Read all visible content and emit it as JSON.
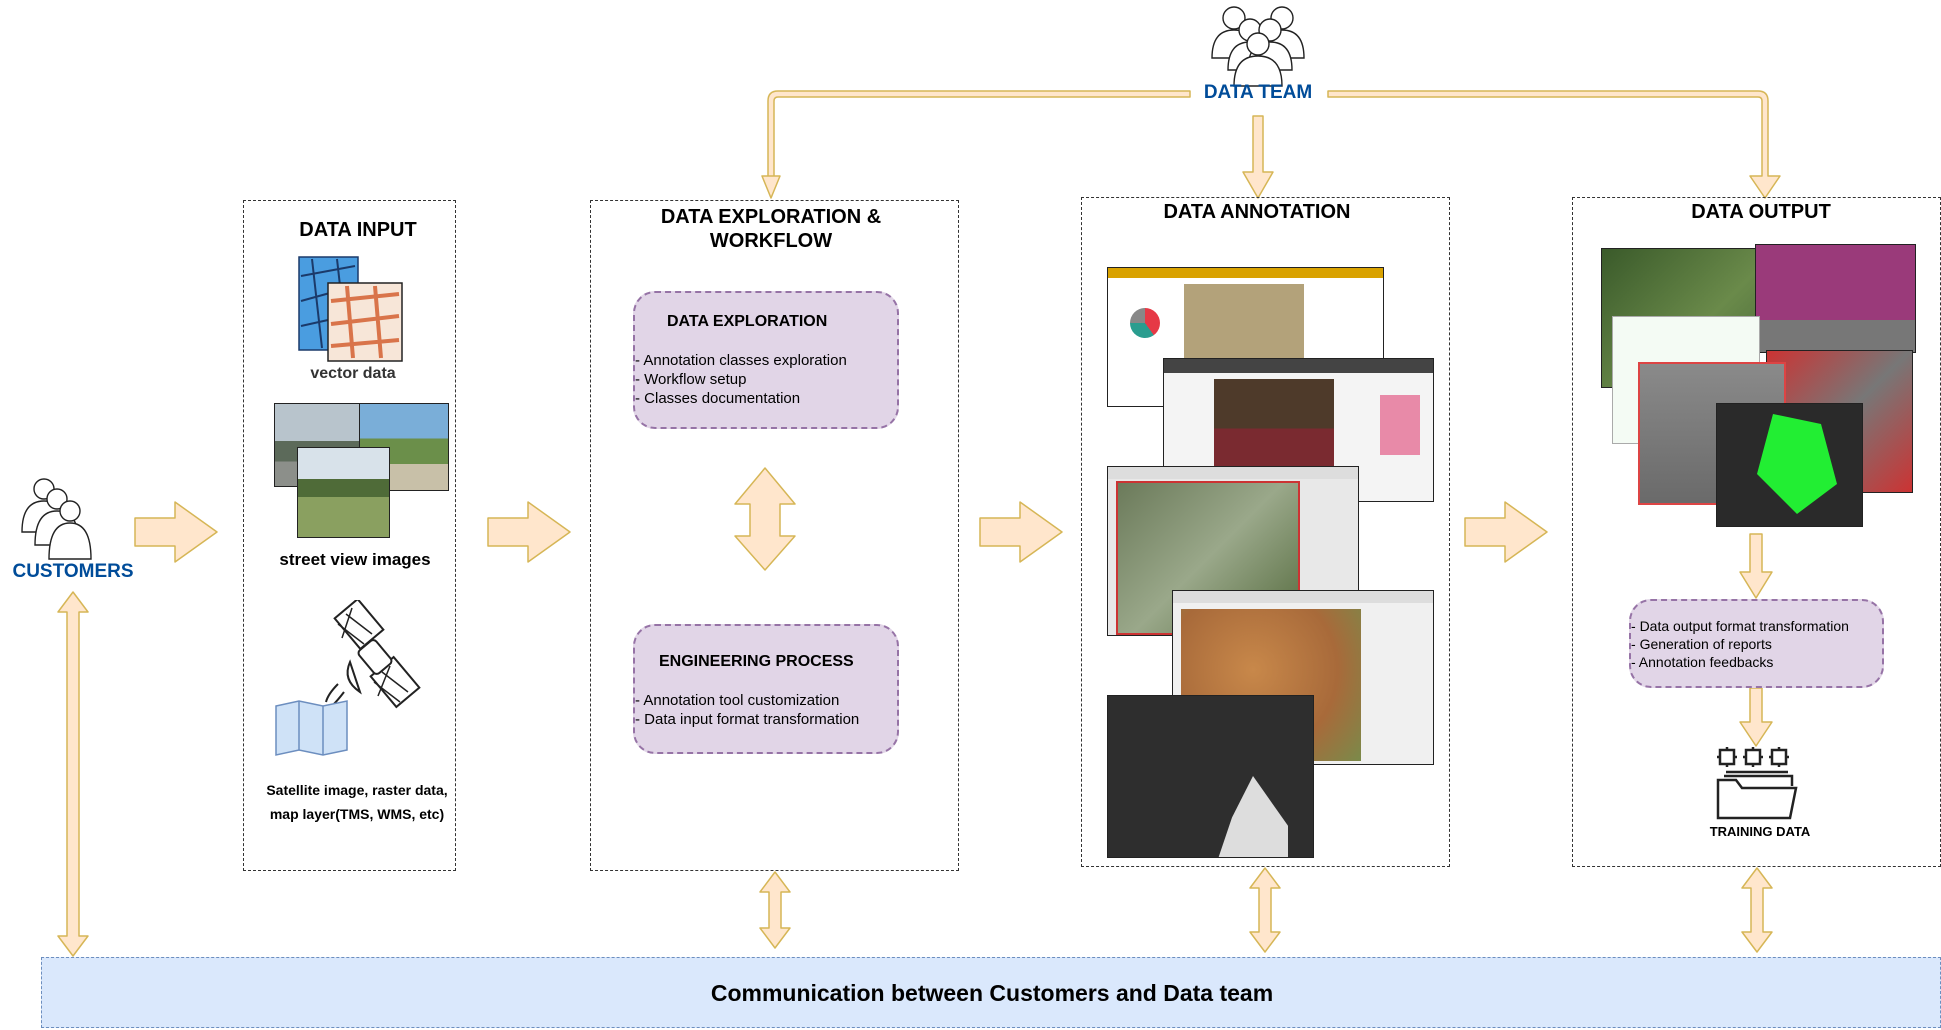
{
  "data_team": {
    "label": "DATA TEAM"
  },
  "customers": {
    "label": "CUSTOMERS"
  },
  "data_input": {
    "title": "DATA INPUT",
    "vector_label": "vector data",
    "street_label": "street view images",
    "satellite_label": "Satellite image, raster data, map layer(TMS, WMS, etc)"
  },
  "exploration": {
    "title": "DATA EXPLORATION & WORKFLOW",
    "box1": {
      "title": "DATA EXPLORATION",
      "items": [
        "Annotation classes exploration",
        "Workflow setup",
        "Classes documentation"
      ]
    },
    "box2": {
      "title": "ENGINEERING PROCESS",
      "items": [
        "Annotation tool customization",
        "Data input format transformation"
      ]
    }
  },
  "annotation": {
    "title": "DATA ANNOTATION"
  },
  "output": {
    "title": "DATA OUTPUT",
    "items": [
      "Data output format transformation",
      "Generation of reports",
      "Annotation feedbacks"
    ],
    "training_label": "TRAINING DATA"
  },
  "footer": {
    "label": "Communication between Customers and Data team"
  },
  "colors": {
    "arrow_fill": "#ffe6cc",
    "arrow_stroke": "#d6b656",
    "purple_fill": "#e1d5e7",
    "purple_stroke": "#9673a6",
    "footer_fill": "#dae8fc",
    "blue_text": "#004c99"
  }
}
